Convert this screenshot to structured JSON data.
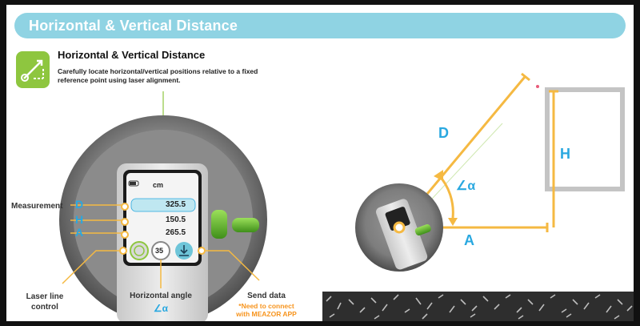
{
  "banner": {
    "title": "Horizontal & Vertical Distance"
  },
  "feature": {
    "title": "Horizontal & Vertical Distance",
    "description_line1": "Carefully locate horizontal/vertical positions relative to a fixed",
    "description_line2": "reference point using laser alignment."
  },
  "device": {
    "unit": "cm",
    "readings": {
      "d": "325.5",
      "h": "150.5",
      "a": "265.5"
    },
    "angle_value": "35"
  },
  "callouts": {
    "measurement": "Measurement",
    "letters": {
      "d": "D",
      "h": "H",
      "a": "A"
    },
    "laser_line_1": "Laser line",
    "laser_line_2": "control",
    "horizontal_angle": "Horizontal angle",
    "angle_symbol": "∠α",
    "send_data": "Send data",
    "note_line1": "*Need to connect",
    "note_line2": "with MEAZOR APP"
  },
  "diagram": {
    "d_label": "D",
    "h_label": "H",
    "a_label": "A",
    "angle_label": "∠α"
  },
  "colors": {
    "banner": "#8fd3e3",
    "accent_blue": "#29a8e0",
    "laser_orange": "#f5b942",
    "green": "#8ec63f",
    "note_orange": "#f7941d"
  }
}
